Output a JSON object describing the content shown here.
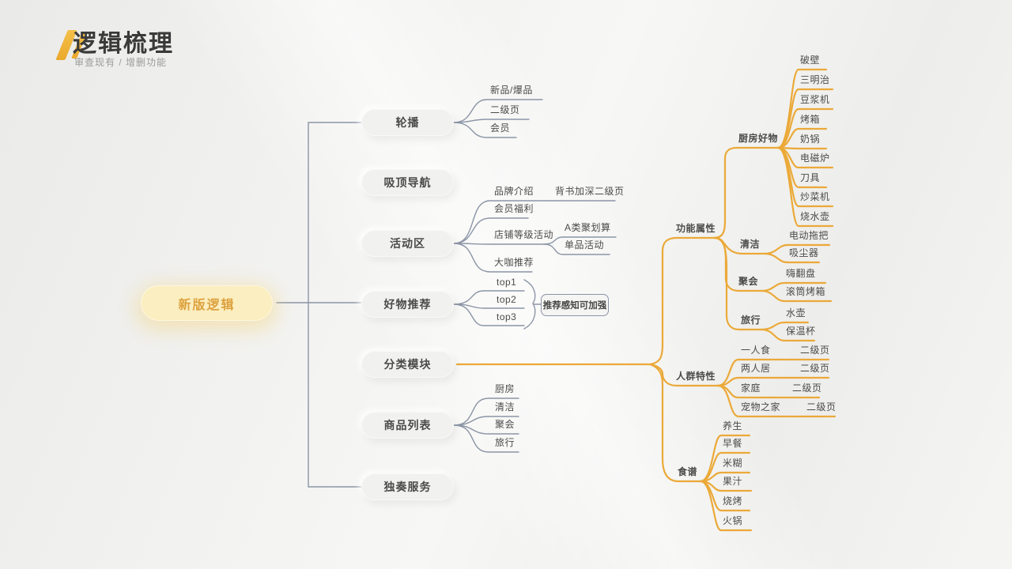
{
  "header": {
    "title": "逻辑梳理",
    "subtitle": "审查现有 / 增删功能"
  },
  "colors": {
    "accent_yellow": "#EBA938",
    "line_gray": "#8B95A6",
    "root_fill": "#FBEEC0",
    "root_text": "#DDA23F",
    "pill_fill": "#F1F1EF",
    "text_dark": "#4B4B4B"
  },
  "root": {
    "label": "新版逻辑"
  },
  "level1": {
    "carousel": "轮播",
    "sticky_nav": "吸顶导航",
    "activity_zone": "活动区",
    "goods_recommend": "好物推荐",
    "category_module": "分类模块",
    "product_list": "商品列表",
    "solo_service": "独奏服务"
  },
  "carousel_children": [
    "新品/爆品",
    "二级页",
    "会员"
  ],
  "activity": {
    "brand_intro": "品牌介绍",
    "brand_intro_child": "背书加深二级页",
    "member_benefit": "会员福利",
    "shop_level": "店铺等级活动",
    "shop_level_children": [
      "A类聚划算",
      "单品活动"
    ],
    "influencer": "大咖推荐"
  },
  "goods": {
    "tops": [
      "top1",
      "top2",
      "top3"
    ],
    "note": "推荐感知可加强"
  },
  "product_list_children": [
    "厨房",
    "清洁",
    "聚会",
    "旅行"
  ],
  "function_attrs": {
    "label": "功能属性",
    "kitchen": {
      "label": "厨房好物",
      "items": [
        "破壁",
        "三明治",
        "豆浆机",
        "烤箱",
        "奶锅",
        "电磁炉",
        "刀具",
        "炒菜机",
        "烧水壶"
      ]
    },
    "cleaning": {
      "label": "清洁",
      "items": [
        "电动拖把",
        "吸尘器"
      ]
    },
    "party": {
      "label": "聚会",
      "items": [
        "嗨翻盘",
        "滚筒烤箱"
      ]
    },
    "travel": {
      "label": "旅行",
      "items": [
        "水壶",
        "保温杯"
      ]
    }
  },
  "crowd": {
    "label": "人群特性",
    "rows": [
      {
        "label": "一人食",
        "page": "二级页"
      },
      {
        "label": "两人居",
        "page": "二级页"
      },
      {
        "label": "家庭",
        "page": "二级页"
      },
      {
        "label": "宠物之家",
        "page": "二级页"
      }
    ]
  },
  "recipes": {
    "label": "食谱",
    "items": [
      "养生",
      "早餐",
      "米糊",
      "果汁",
      "烧烤",
      "火锅"
    ]
  }
}
